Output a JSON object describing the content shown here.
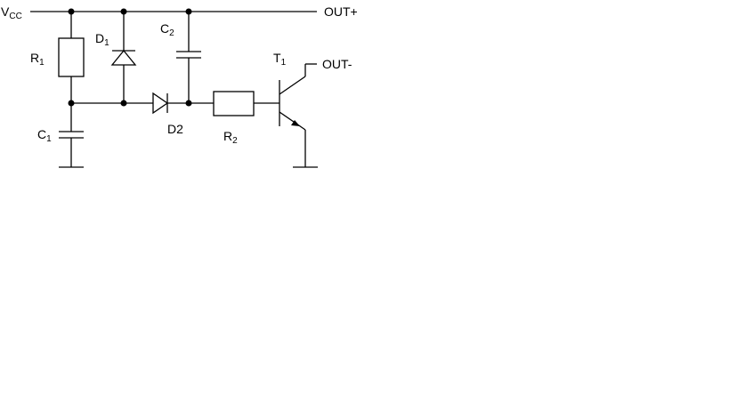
{
  "labels": {
    "vcc": {
      "main": "V",
      "sub": "CC"
    },
    "out_plus": "OUT+",
    "out_minus": "OUT-",
    "r1": {
      "main": "R",
      "sub": "1"
    },
    "r2": {
      "main": "R",
      "sub": "2"
    },
    "c1": {
      "main": "C",
      "sub": "1"
    },
    "c2": {
      "main": "C",
      "sub": "2"
    },
    "d1": {
      "main": "D",
      "sub": "1"
    },
    "d2": "D2",
    "t1": {
      "main": "T",
      "sub": "1"
    }
  }
}
